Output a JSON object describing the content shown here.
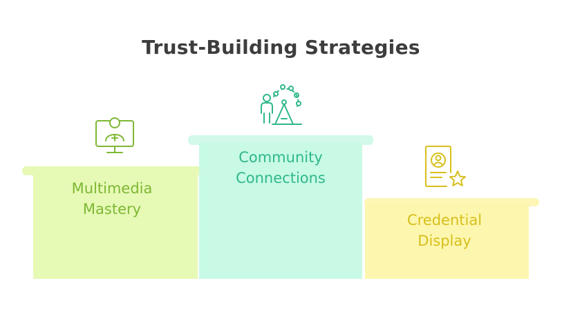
{
  "title": "Trust-Building Strategies",
  "stages": [
    {
      "label_line1": "Multimedia",
      "label_line2": "Mastery",
      "icon": "monitor-person-icon",
      "color": "#e6f9b5",
      "text_color": "#7eb834"
    },
    {
      "label_line1": "Community",
      "label_line2": "Connections",
      "icon": "people-ferris-wheel-icon",
      "color": "#c8fae6",
      "text_color": "#2fb88a"
    },
    {
      "label_line1": "Credential",
      "label_line2": "Display",
      "icon": "certificate-star-icon",
      "color": "#fdf6ae",
      "text_color": "#d7bf1c"
    }
  ]
}
